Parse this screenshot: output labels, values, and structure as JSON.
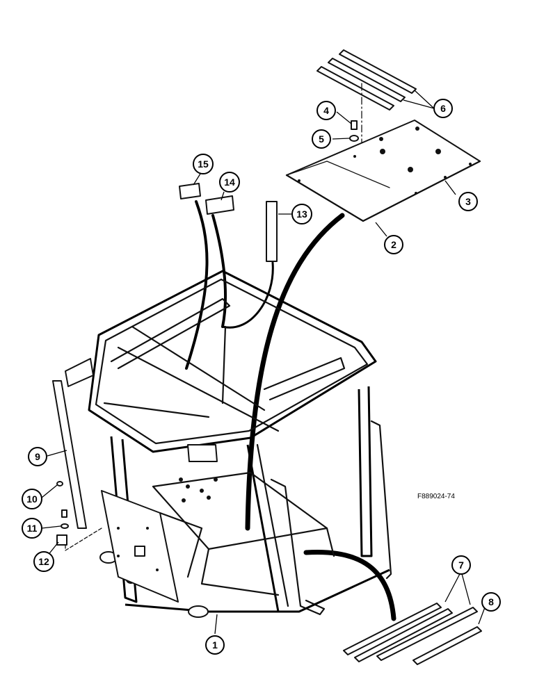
{
  "figure_code": "F889024-74",
  "callouts": [
    {
      "label": "1"
    },
    {
      "label": "2"
    },
    {
      "label": "3"
    },
    {
      "label": "4"
    },
    {
      "label": "5"
    },
    {
      "label": "6"
    },
    {
      "label": "7"
    },
    {
      "label": "8"
    },
    {
      "label": "9"
    },
    {
      "label": "10"
    },
    {
      "label": "11"
    },
    {
      "label": "12"
    },
    {
      "label": "13"
    },
    {
      "label": "14"
    },
    {
      "label": "15"
    }
  ]
}
